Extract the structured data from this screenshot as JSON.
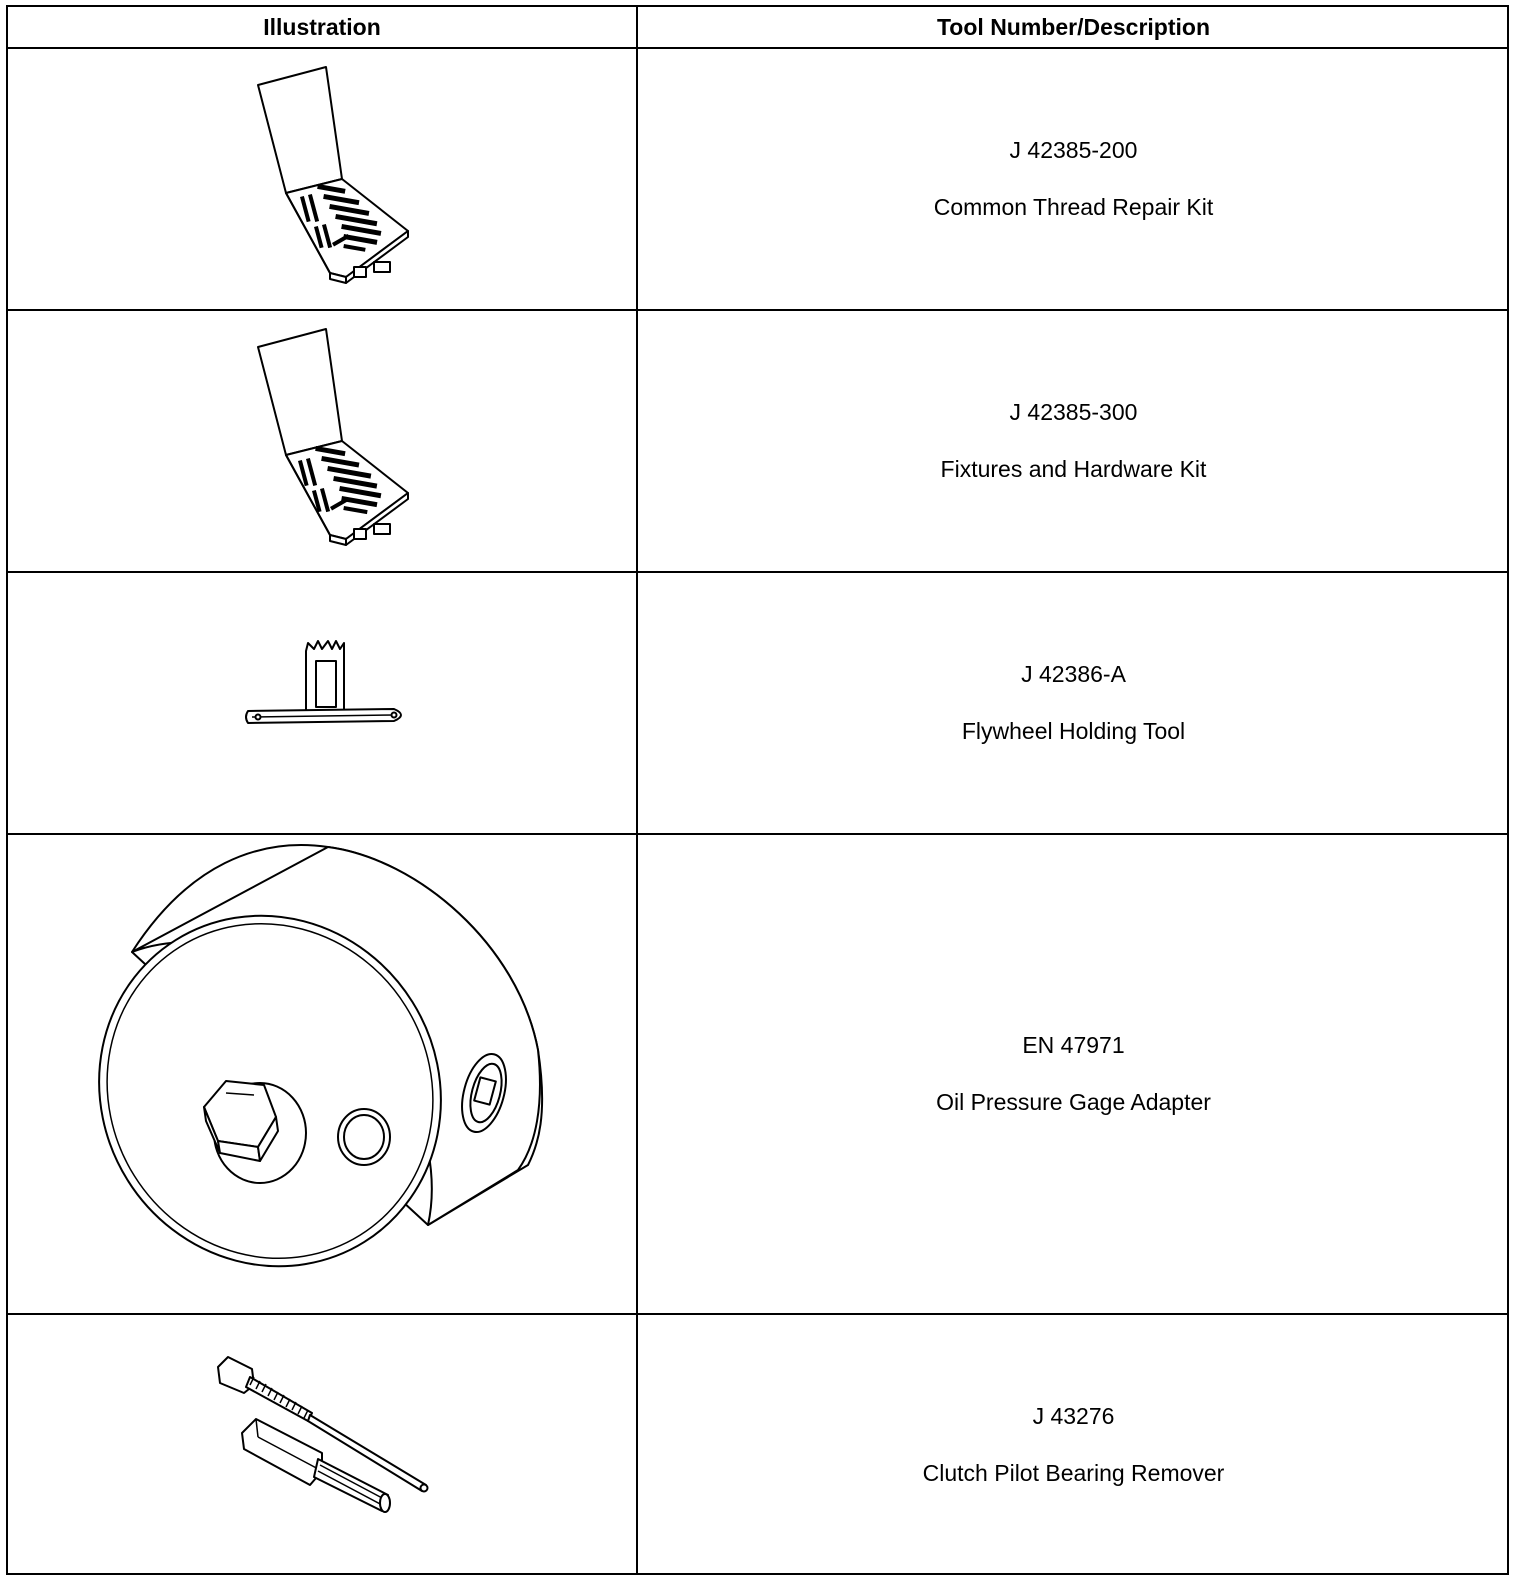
{
  "table": {
    "headers": {
      "illustration": "Illustration",
      "tool": "Tool Number/Description"
    },
    "rows": [
      {
        "number": "J 42385-200",
        "description": "Common Thread Repair Kit",
        "icon": "thread-repair-kit-case"
      },
      {
        "number": "J 42385-300",
        "description": "Fixtures and Hardware Kit",
        "icon": "hardware-kit-case"
      },
      {
        "number": "J 42386-A",
        "description": "Flywheel Holding Tool",
        "icon": "flywheel-holding-tool"
      },
      {
        "number": "EN 47971",
        "description": "Oil Pressure Gage Adapter",
        "icon": "oil-pressure-adapter"
      },
      {
        "number": "J 43276",
        "description": "Clutch Pilot Bearing Remover",
        "icon": "pilot-bearing-remover"
      }
    ]
  }
}
